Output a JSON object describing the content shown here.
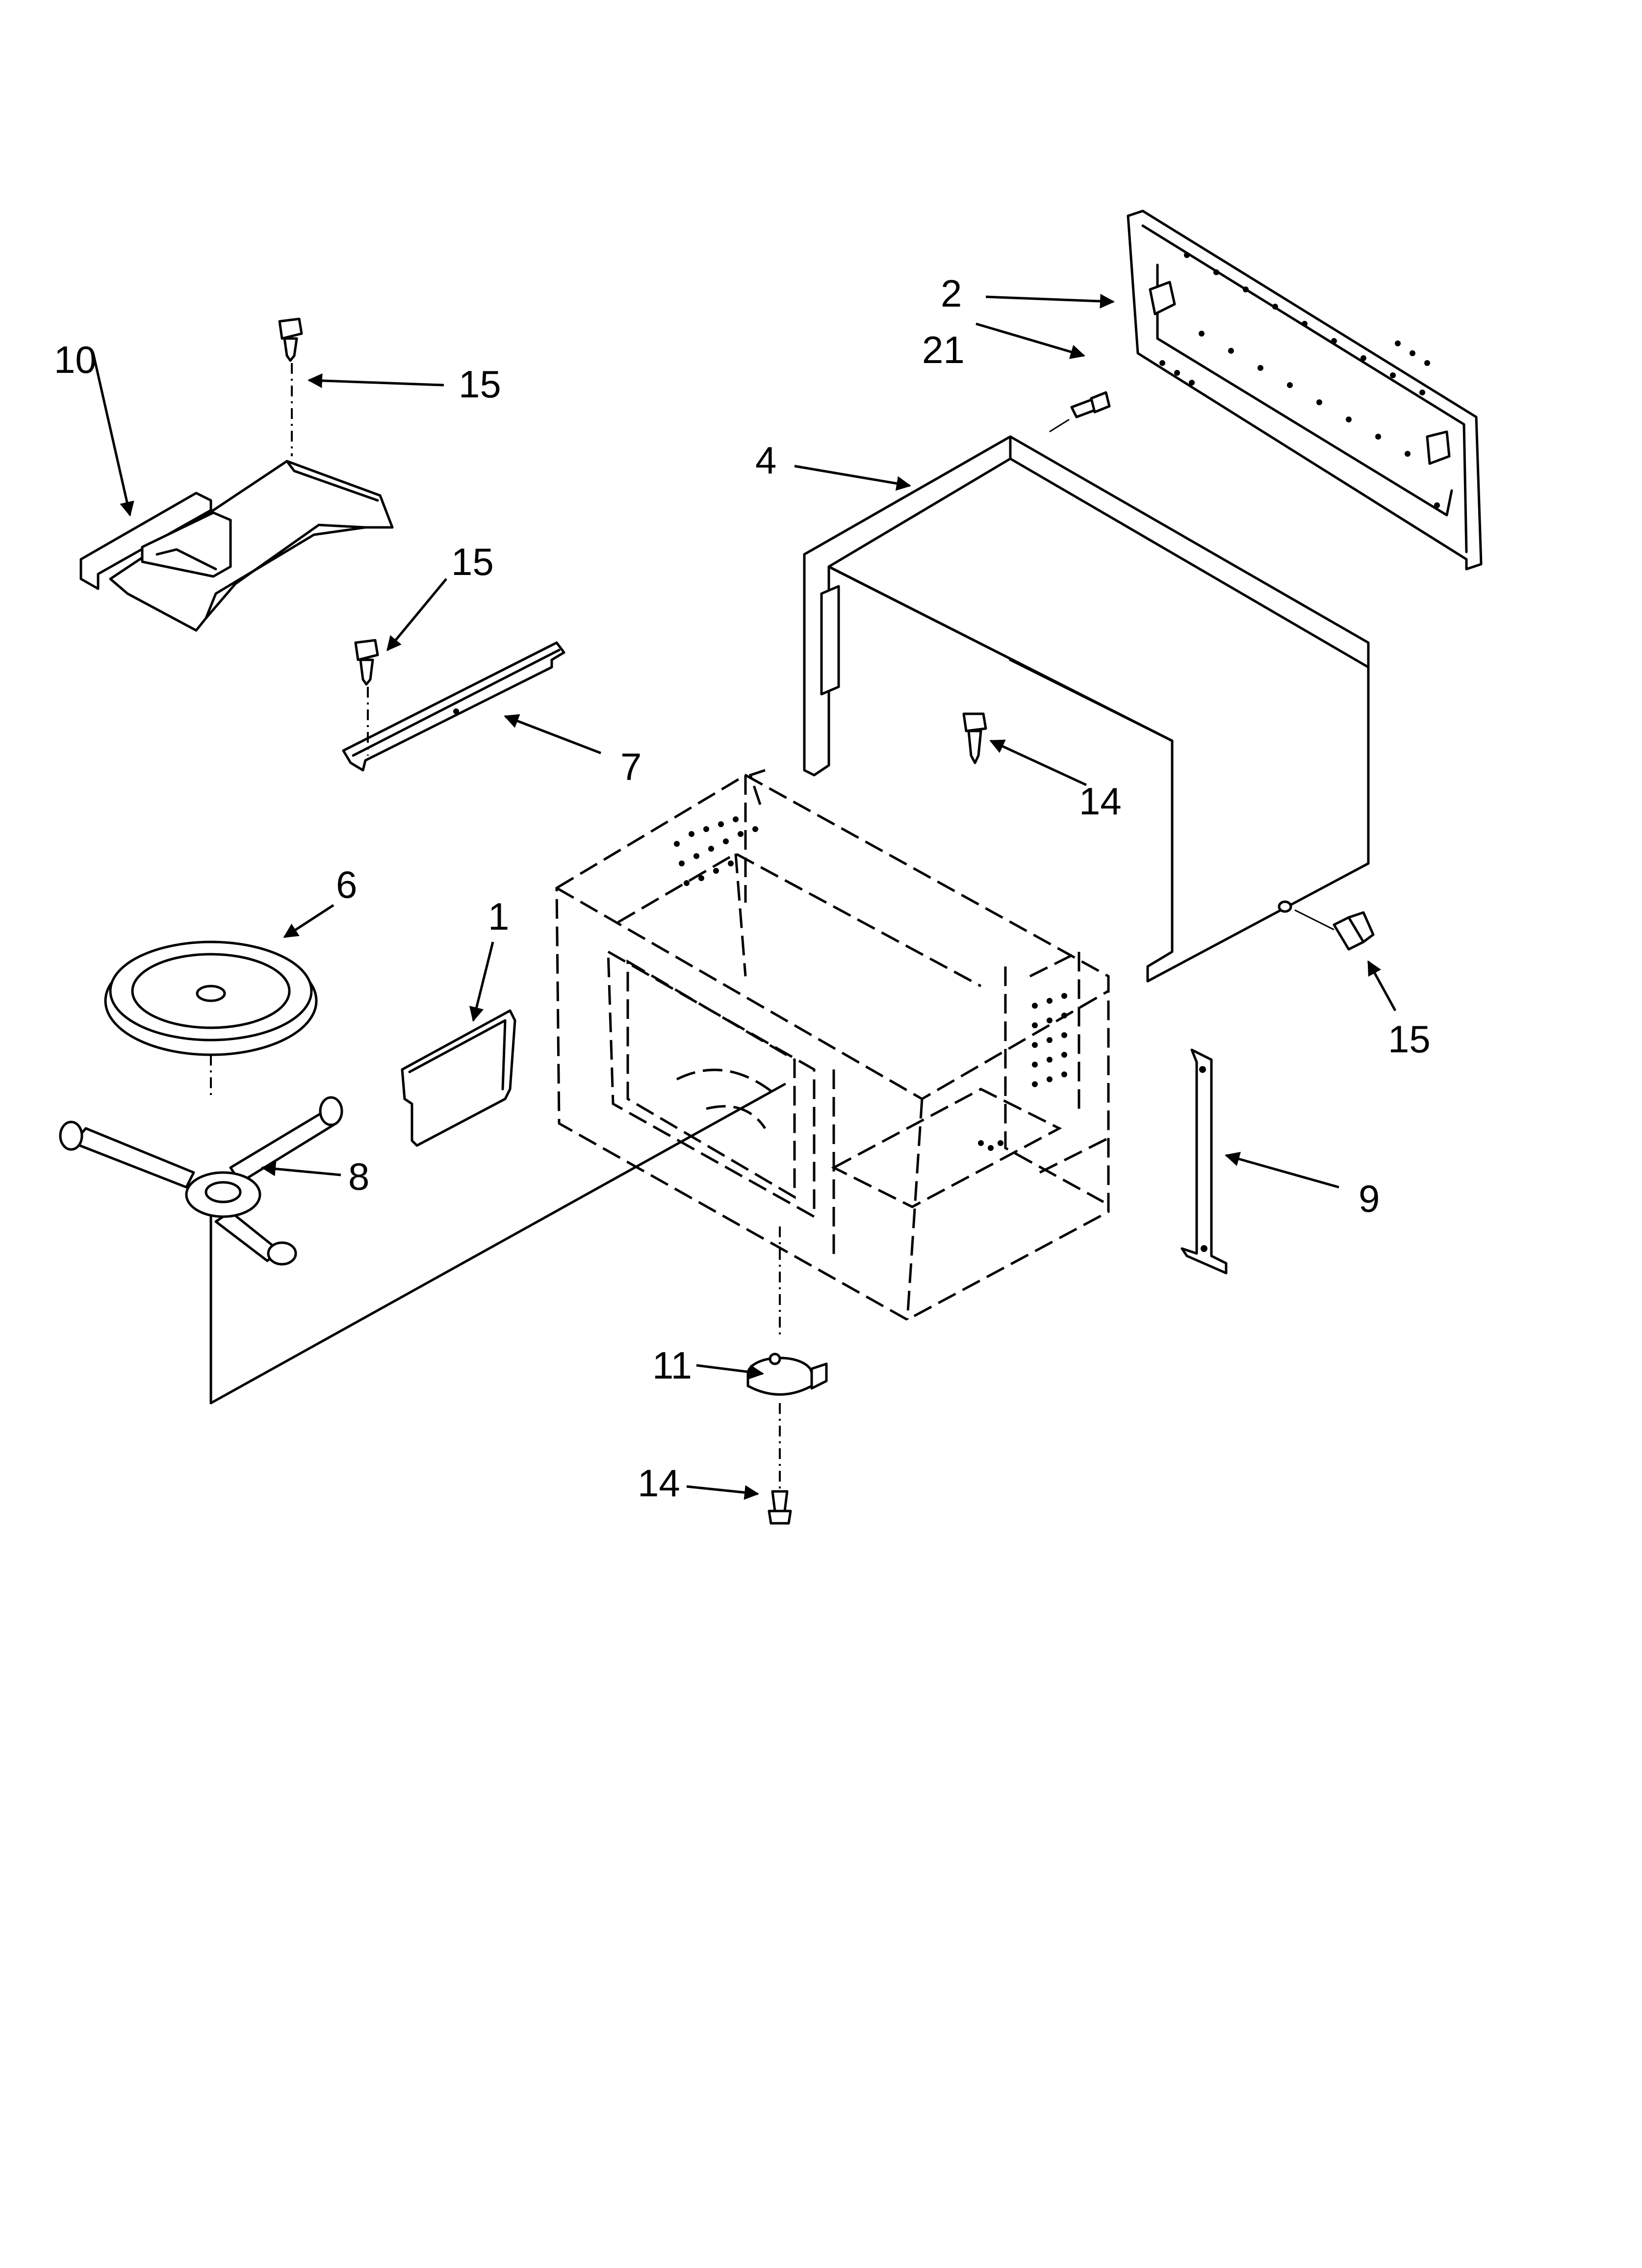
{
  "callouts": {
    "c1": "1",
    "c2": "2",
    "c4": "4",
    "c6": "6",
    "c7": "7",
    "c8": "8",
    "c9": "9",
    "c10": "10",
    "c11": "11",
    "c14a": "14",
    "c14b": "14",
    "c15a": "15",
    "c15b": "15",
    "c15c": "15",
    "c21": "21"
  }
}
